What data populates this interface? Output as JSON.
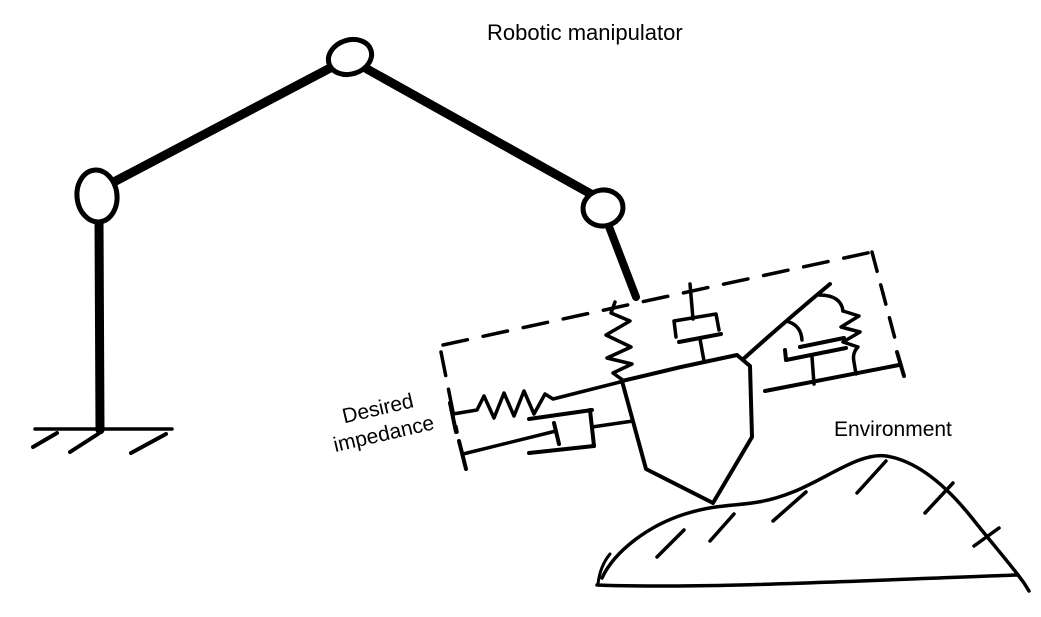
{
  "labels": {
    "manipulator": "Robotic manipulator",
    "impedance_line1": "Desired",
    "impedance_line2": "impedance",
    "environment": "Environment"
  },
  "colors": {
    "ink": "#000000",
    "background": "#ffffff"
  }
}
